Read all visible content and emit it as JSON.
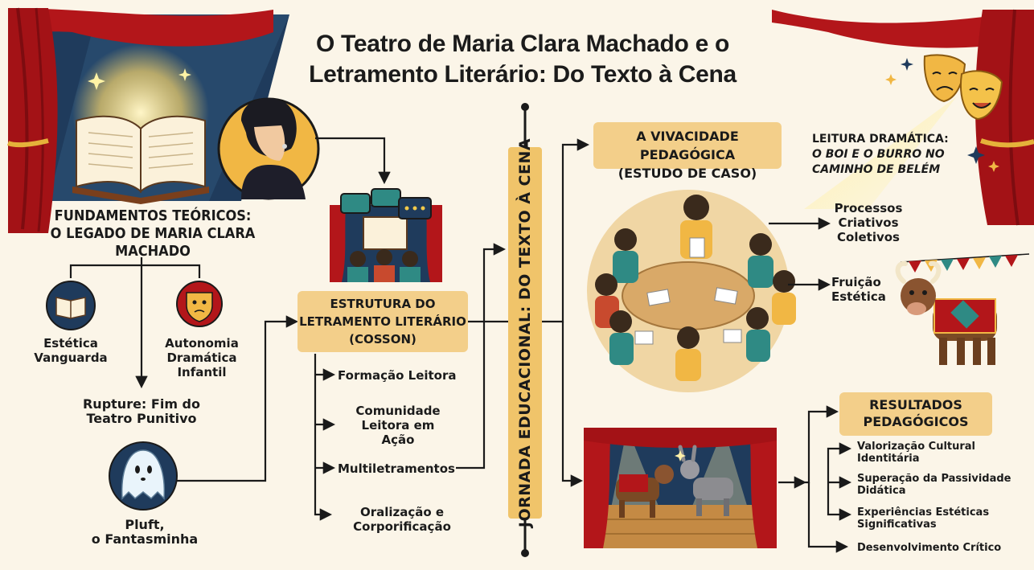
{
  "title_line1": "O Teatro de Maria Clara Machado e o",
  "title_line2": "Letramento Literário: Do Texto à Cena",
  "fundamentos": {
    "line1": "FUNDAMENTOS TEÓRICOS:",
    "line2": "O LEGADO DE MARIA CLARA",
    "line3": "MACHADO"
  },
  "estetica": {
    "line1": "Estética",
    "line2": "Vanguarda"
  },
  "autonomia": {
    "line1": "Autonomia",
    "line2": "Dramática",
    "line3": "Infantil"
  },
  "rupture": {
    "line1": "Rupture: Fim do",
    "line2": "Teatro Punitivo"
  },
  "pluft": {
    "line1": "Pluft,",
    "line2": "o Fantasminha"
  },
  "estrutura": {
    "line1": "ESTRUTURA DO",
    "line2": "LETRAMENTO LITERÁRIO",
    "line3": "(COSSON)"
  },
  "estrutura_items": {
    "formacao": "Formação Leitora",
    "comunidade1": "Comunidade",
    "comunidade2": "Leitora em",
    "comunidade3": "Ação",
    "multi": "Multiletramentos",
    "oral1": "Oralização e",
    "oral2": "Corporificação"
  },
  "jornada": "JORNADA EDUCACIONAL: DO TEXTO À CENA",
  "vivacidade": {
    "line1": "A VIVACIDADE PEDAGÓGICA",
    "line2": "(ESTUDO DE CASO)"
  },
  "leitura": {
    "line1": "LEITURA DRAMÁTICA:",
    "line2": "O BOI E O BURRO NO",
    "line3": "CAMINHO DE BELÉM"
  },
  "processos": {
    "line1": "Processos",
    "line2": "Criativos",
    "line3": "Coletivos"
  },
  "fruicao": {
    "line1": "Fruição",
    "line2": "Estética"
  },
  "resultados": {
    "line1": "RESULTADOS",
    "line2": "PEDAGÓGICOS",
    "r1a": "Valorização Cultural",
    "r1b": "Identitária",
    "r2a": "Superação da Passividade",
    "r2b": "Didática",
    "r3a": "Experiências Estéticas",
    "r3b": "Significativas",
    "r4": "Desenvolvimento Crítico"
  },
  "colors": {
    "curtain": "#b3161a",
    "navy": "#1f3b5c",
    "gold": "#f3cf8a",
    "teal": "#2f8a84",
    "line": "#1a1a1a"
  }
}
